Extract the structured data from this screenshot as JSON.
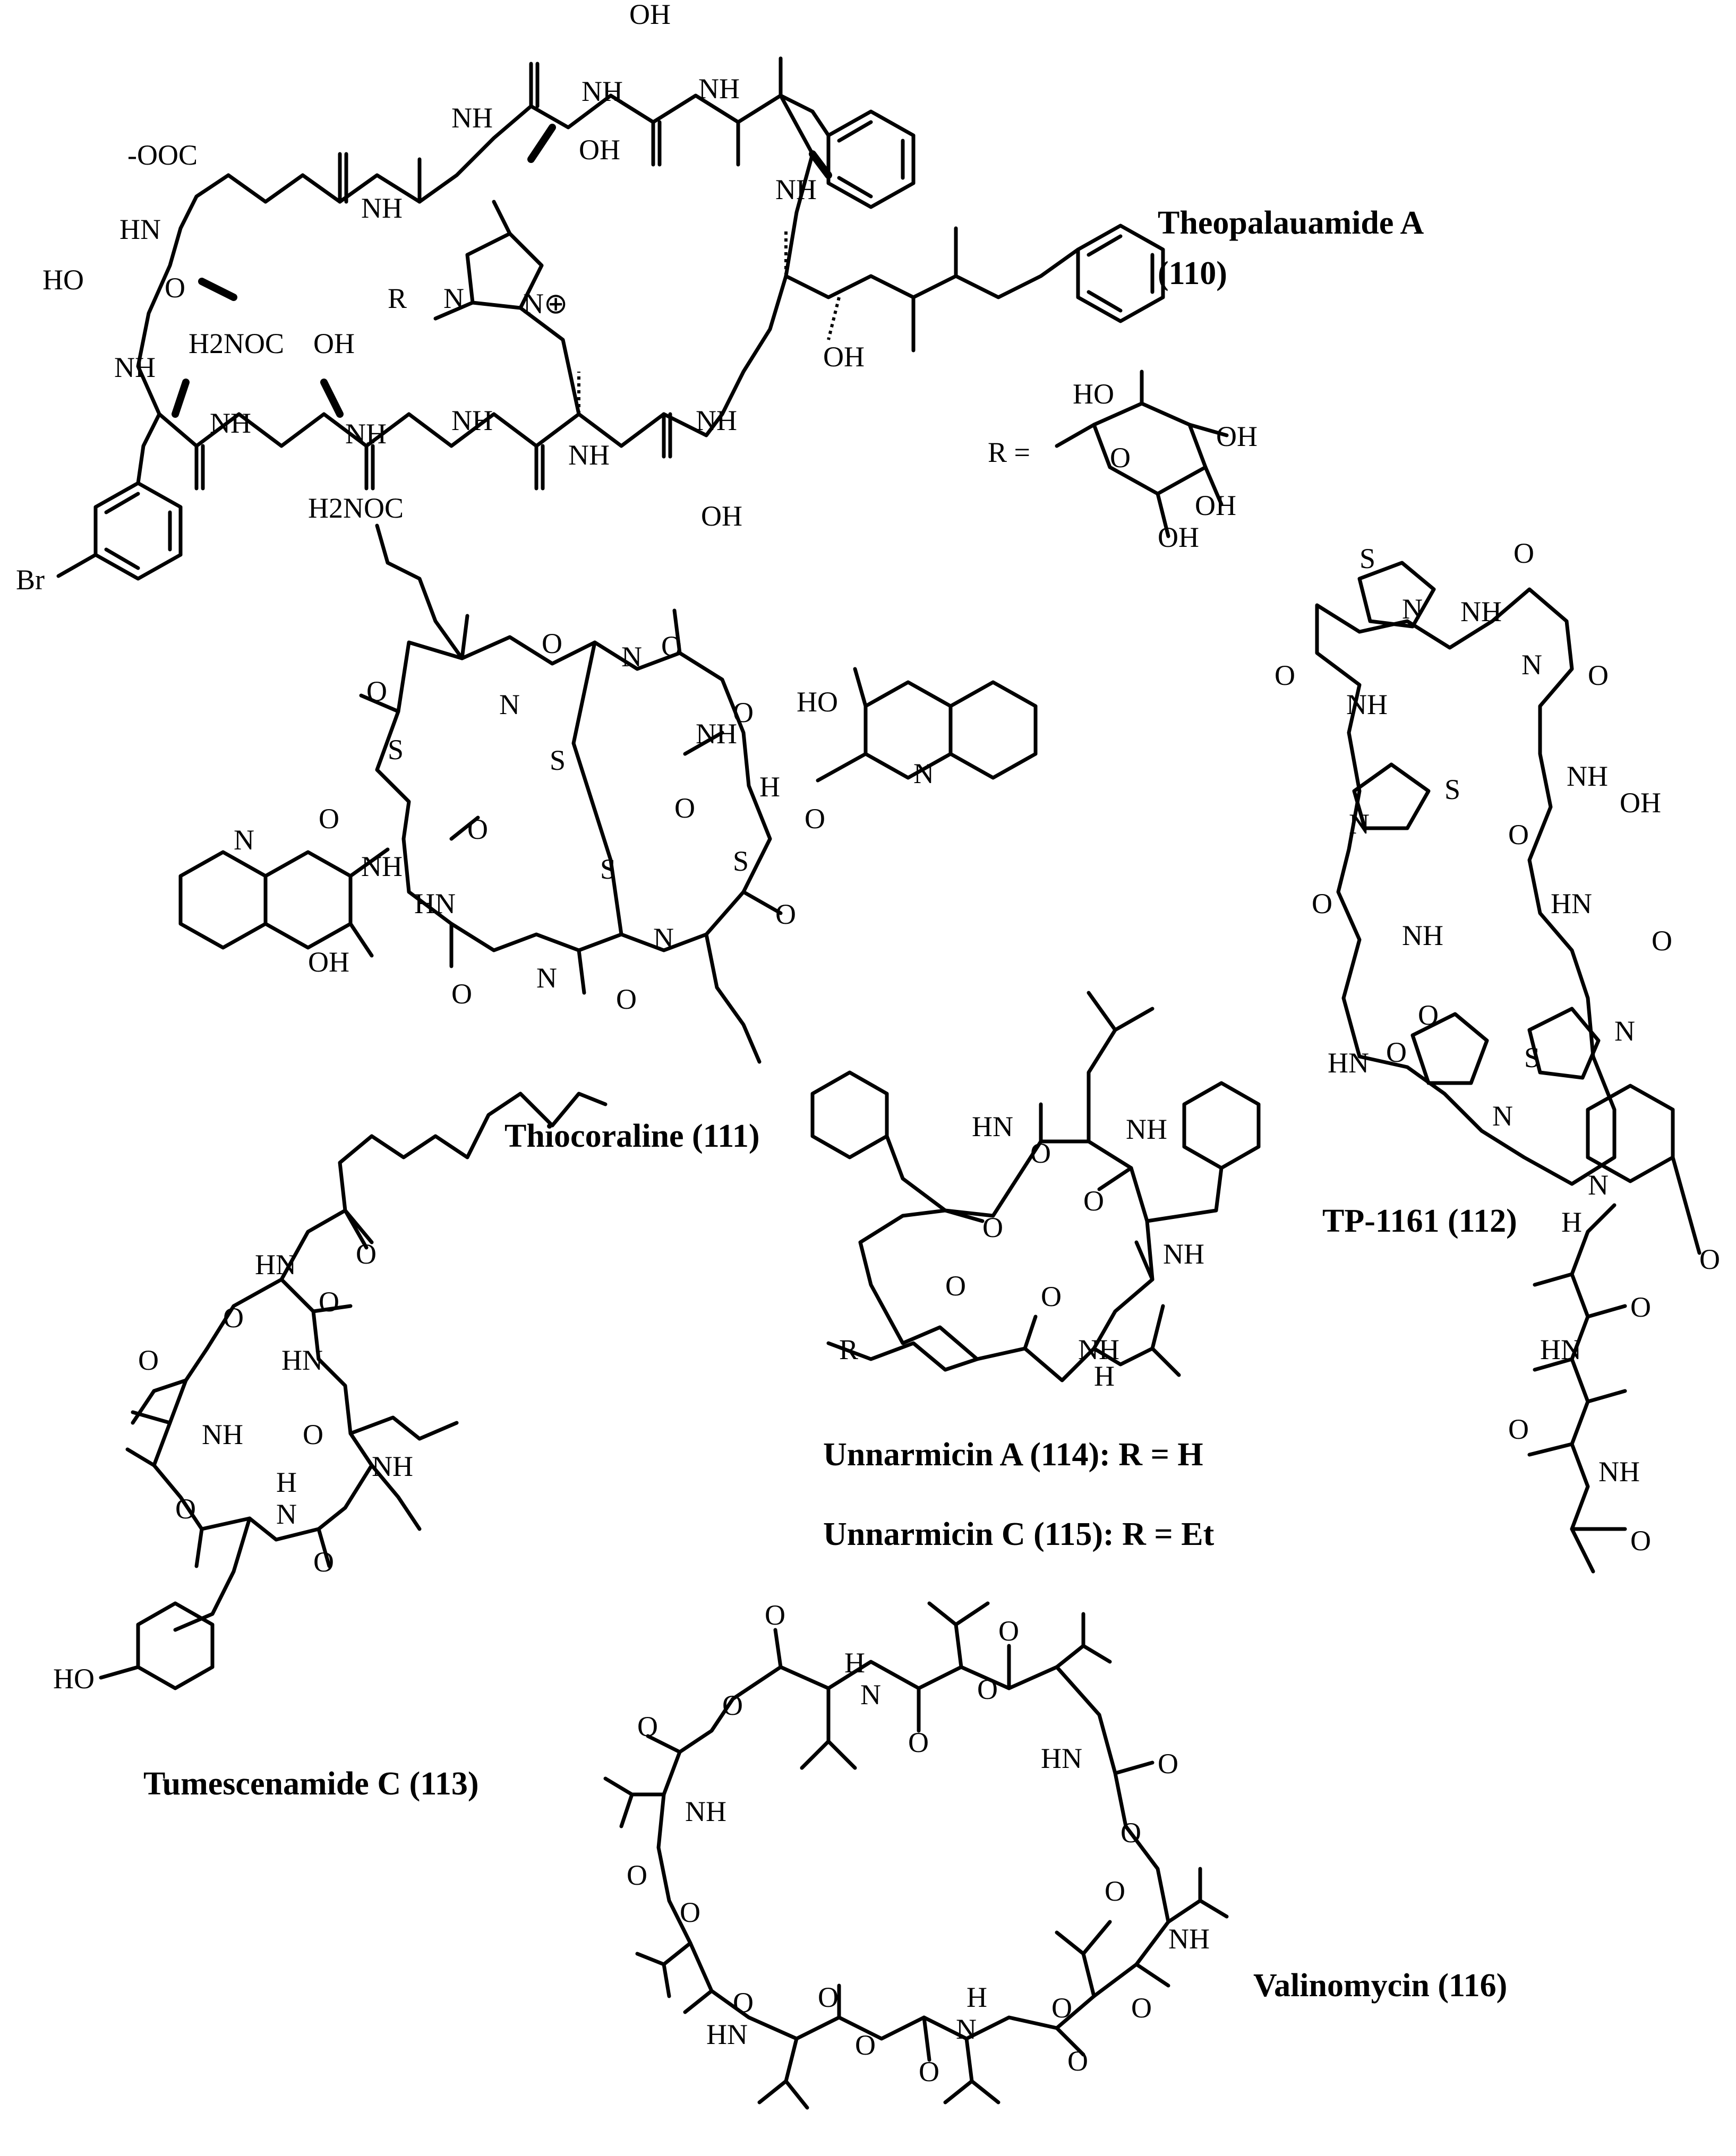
{
  "compounds": {
    "c110": {
      "name": "Theopalauamide A",
      "num": "(110)"
    },
    "c111": {
      "name": "Thiocoraline (111)"
    },
    "c112": {
      "name": "TP-1161 (112)"
    },
    "c113": {
      "name": "Tumescenamide C (113)"
    },
    "c114": {
      "name": "Unnarmicin A (114): R = H"
    },
    "c115": {
      "name": "Unnarmicin C (115): R = Et"
    },
    "c116": {
      "name": "Valinomycin (116)"
    }
  },
  "r_group": {
    "label": "R ="
  },
  "atoms": {
    "ooc": "-OOC",
    "hn": "HN",
    "nh": "NH",
    "ho": "HO",
    "oh": "OH",
    "h2noc": "H2NOC",
    "o": "O",
    "n": "N",
    "s": "S",
    "br": "Br",
    "r": "R",
    "h": "H",
    "nplus": "N⊕"
  }
}
